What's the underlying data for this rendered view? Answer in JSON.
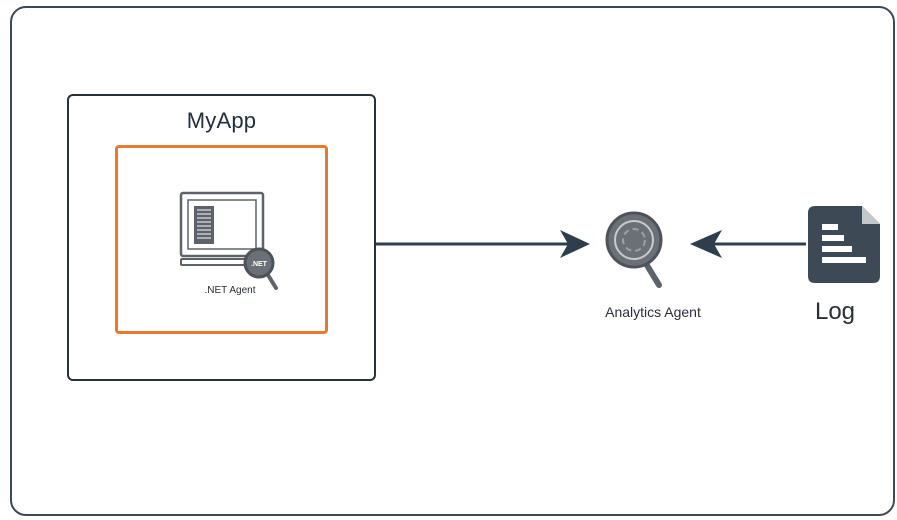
{
  "diagram": {
    "app": {
      "title": "MyApp",
      "agent_label": ".NET Agent",
      "agent_badge": ".NET"
    },
    "analytics_agent": {
      "label": "Analytics Agent"
    },
    "log": {
      "label": "Log"
    },
    "colors": {
      "frame": "#3d4a55",
      "arrow": "#2f3e4c",
      "agent_border": "#e67b2e",
      "icon_gray": "#5d6369"
    },
    "icons": {
      "computer": "monitor-icon",
      "agent_magnifier": "magnifier-icon",
      "analytics": "analytics-agent-icon",
      "log": "log-document-icon"
    }
  }
}
